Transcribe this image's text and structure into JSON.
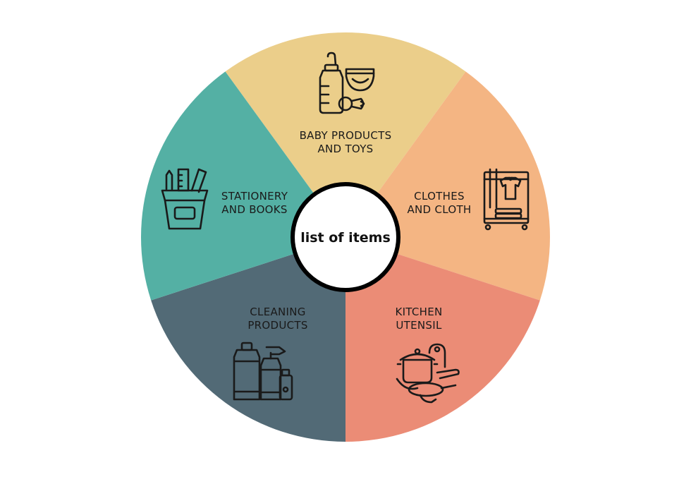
{
  "diagram": {
    "center_label": "list of items",
    "colors": {
      "baby": "#EBCE8A",
      "clothes": "#F4B583",
      "kitchen": "#EB8C76",
      "cleaning": "#526A76",
      "stationery": "#54B0A4",
      "center_fill": "#FFFFFF",
      "center_stroke": "#000000"
    },
    "segments": [
      {
        "key": "baby",
        "line1": "BABY PRODUCTS",
        "line2": "AND TOYS",
        "icon": "baby-bottle-diaper-icon"
      },
      {
        "key": "clothes",
        "line1": "CLOTHES",
        "line2": "AND CLOTH",
        "icon": "wardrobe-icon"
      },
      {
        "key": "kitchen",
        "line1": "KITCHEN",
        "line2": "UTENSIL",
        "icon": "cookware-icon"
      },
      {
        "key": "cleaning",
        "line1": "CLEANING",
        "line2": "PRODUCTS",
        "icon": "cleaning-bottles-icon"
      },
      {
        "key": "stationery",
        "line1": "STATIONERY",
        "line2": "AND BOOKS",
        "icon": "pencil-cup-icon"
      }
    ]
  }
}
